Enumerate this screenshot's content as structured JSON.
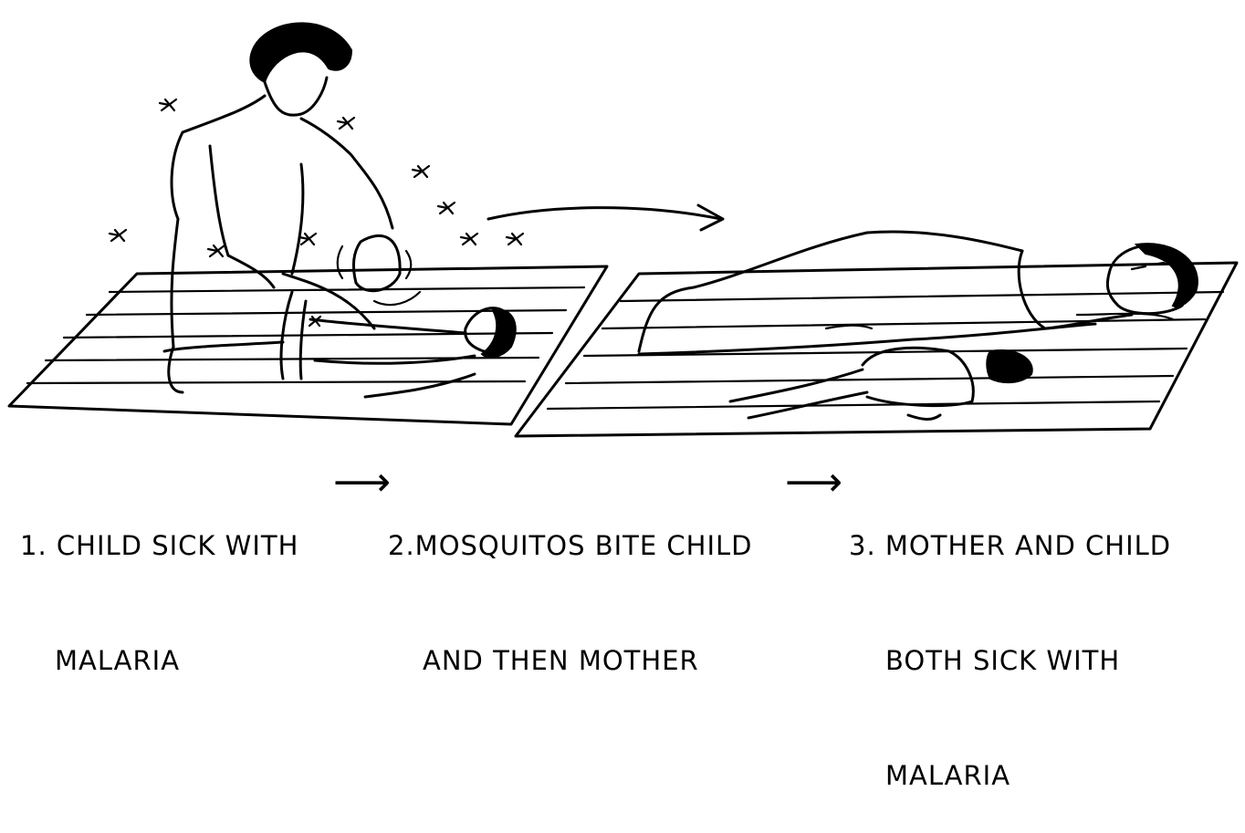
{
  "steps": [
    {
      "number": "1.",
      "line1": "CHILD SICK WITH",
      "line2": "MALARIA",
      "line3": ""
    },
    {
      "number": "2.",
      "line1": "MOSQUITOS BITE CHILD",
      "line2": "AND THEN MOTHER",
      "line3": ""
    },
    {
      "number": "3.",
      "line1": "MOTHER AND CHILD",
      "line2": "BOTH SICK WITH",
      "line3": "MALARIA"
    }
  ],
  "arrow_glyph": "⟶"
}
